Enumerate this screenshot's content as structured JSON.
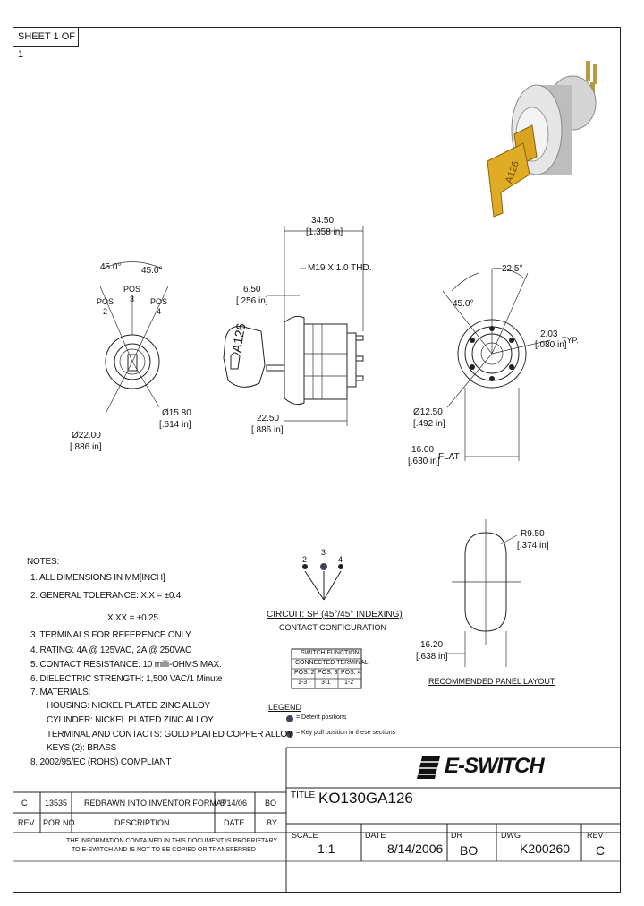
{
  "sheet": "SHEET 1 OF 1",
  "drawing": {
    "dim_overall": "34.50",
    "dim_overall_in": "[1.358 in]",
    "dim_thread": "M19 X 1.0 THD.",
    "dim_key": "6.50",
    "dim_key_in": "[.256 in]",
    "dim_body": "22.50",
    "dim_body_in": "[.886 in]",
    "key_text": "A126",
    "angle_left": "45.0°",
    "angle_right": "45.0°",
    "pos2": "POS\n2",
    "pos3": "POS\n3",
    "pos4": "POS\n4",
    "dia_front": "Ø15.80",
    "dia_front_in": "[.614 in]",
    "dia_bezel": "Ø22.00",
    "dia_bezel_in": "[.886 in]",
    "angle_rear1": "22.5°",
    "angle_rear2": "45.0°",
    "dim_term": "2.03",
    "dim_term_in": "[.080 in]",
    "typ": "TYP.",
    "dia_rear": "Ø12.50",
    "dia_rear_in": "[.492 in]",
    "flat": "16.00",
    "flat_in": "[.630 in]",
    "flat_label": "FLAT",
    "panel_r": "R9.50",
    "panel_r_in": "[.374 in]",
    "panel_w": "16.20",
    "panel_w_in": "[.638 in]",
    "panel_caption": "RECOMMENDED PANEL LAYOUT"
  },
  "notes": {
    "heading": "NOTES:",
    "lines": [
      "1. ALL DIMENSIONS IN MM[INCH]",
      "2. GENERAL TOLERANCE: X.X = ±0.4",
      "X.XX = ±0.25",
      "3. TERMINALS FOR REFERENCE ONLY",
      "4. RATING: 4A @ 125VAC, 2A @ 250VAC",
      "5. CONTACT RESISTANCE: 10 milli-OHMS MAX.",
      "6. DIELECTRIC STRENGTH: 1,500 VAC/1 Minute",
      "7. MATERIALS:",
      "HOUSING: NICKEL PLATED ZINC ALLOY",
      "CYLINDER: NICKEL PLATED ZINC ALLOY",
      "TERMINAL AND CONTACTS: GOLD PLATED COPPER ALLOY",
      "KEYS (2): BRASS",
      "8. 2002/95/EC (ROHS) COMPLIANT"
    ]
  },
  "circuit": {
    "pos_labels": [
      "2",
      "3",
      "4"
    ],
    "title": "CIRCUIT: SP (45°/45° INDEXING)",
    "subtitle": "CONTACT CONFIGURATION",
    "table_header": "SWITCH FUNCTION",
    "table_sub": "CONNECTED TERMINAL",
    "cols": [
      "POS. 2",
      "POS. 3",
      "POS. 4"
    ],
    "vals": [
      "1-3",
      "3-1",
      "1-2"
    ],
    "legend_title": "LEGEND",
    "legend1": "= Detent positions",
    "legend2": "= Key pull position in these sections"
  },
  "title_block": {
    "company": "E-SWITCH",
    "title_label": "TITLE",
    "title": "KO130GA126",
    "scale_label": "SCALE",
    "scale": "1:1",
    "date_label": "DATE",
    "date": "8/14/2006",
    "dr_label": "DR",
    "dr": "BO",
    "dwg_label": "DWG",
    "dwg": "K200260",
    "rev_label": "REV",
    "rev": "C",
    "rev_row": {
      "rev": "C",
      "por": "13535",
      "desc": "REDRAWN INTO INVENTOR FORMAT",
      "date": "8/14/06",
      "by": "BO"
    },
    "rev_headers": {
      "rev": "REV",
      "por": "POR NO",
      "desc": "DESCRIPTION",
      "date": "DATE",
      "by": "BY"
    },
    "proprietary1": "THE INFORMATION CONTAINED IN THIS DOCUMENT IS PROPRIETARY",
    "proprietary2": "TO E-SWITCH AND IS NOT TO BE COPIED OR TRANSFERRED"
  },
  "colors": {
    "key_gold": "#d9a520",
    "metal": "#c8c8c8"
  }
}
